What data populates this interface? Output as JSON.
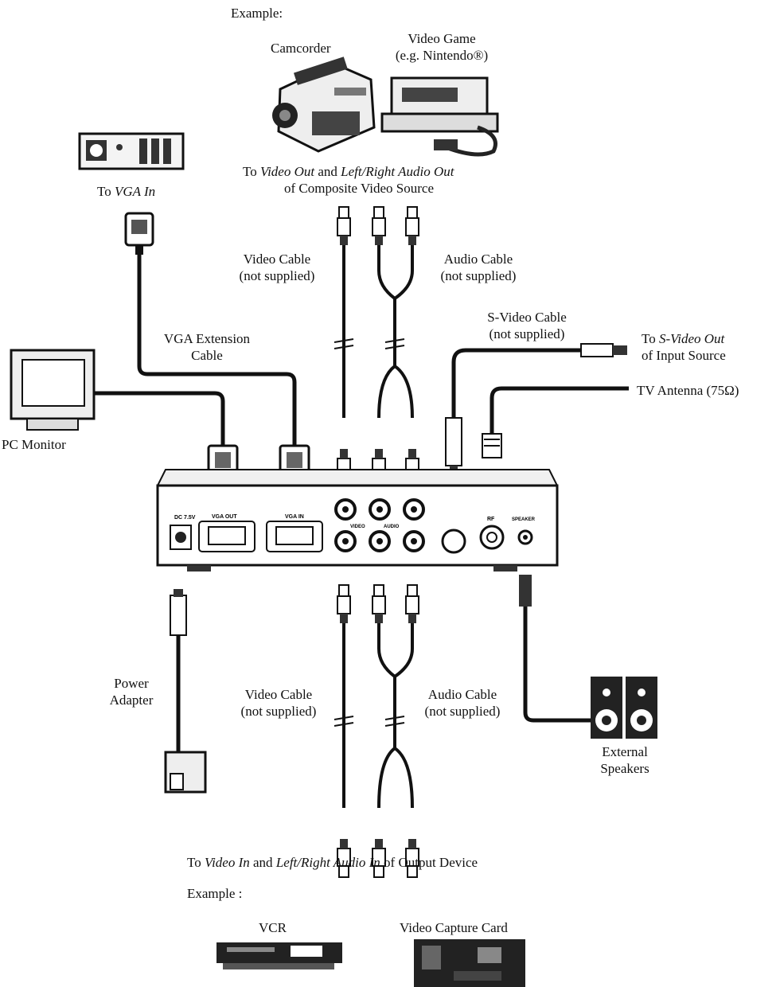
{
  "top": {
    "example": "Example:",
    "camcorder": "Camcorder",
    "video_game_l1": "Video Game",
    "video_game_l2": "(e.g. Nintendo®)",
    "to_prefix": "To ",
    "video_out": "Video Out",
    "and": " and ",
    "lr_audio_out": "Left/Right Audio Out",
    "line2": "of Composite Video Source"
  },
  "pc": {
    "to": "To ",
    "vga_in": "VGA In",
    "vga_ext_l1": "VGA Extension",
    "vga_ext_l2": "Cable",
    "monitor": "PC Monitor"
  },
  "upper_cables": {
    "video_l1": "Video Cable",
    "video_l2": "(not supplied)",
    "audio_l1": "Audio Cable",
    "audio_l2": "(not supplied)",
    "svideo_l1": "S-Video Cable",
    "svideo_l2": "(not supplied)",
    "to_svideo_prefix": "To ",
    "svideo_out": "S-Video Out",
    "svideo_line2": "of Input Source",
    "tv_antenna": "TV Antenna  (75Ω)"
  },
  "device_panel": {
    "dc": "DC 7.5V",
    "vga_out": "VGA OUT",
    "vga_in": "VGA IN",
    "video": "VIDEO",
    "audio": "AUDIO",
    "rf": "RF",
    "speaker": "SPEAKER"
  },
  "lower_cables": {
    "power_l1": "Power",
    "power_l2": "Adapter",
    "video_l1": "Video Cable",
    "video_l2": "(not supplied)",
    "audio_l1": "Audio Cable",
    "audio_l2": "(not supplied)",
    "speakers_l1": "External",
    "speakers_l2": "Speakers"
  },
  "bottom": {
    "to_prefix": "To ",
    "video_in": "Video In",
    "and": " and ",
    "lr_audio_in": "Left/Right Audio In",
    "suffix": " of Output Device",
    "example": "Example :",
    "vcr": "VCR",
    "capture_card": "Video Capture Card"
  },
  "colors": {
    "ink": "#111111",
    "paper": "#ffffff",
    "gray": "#777777"
  }
}
